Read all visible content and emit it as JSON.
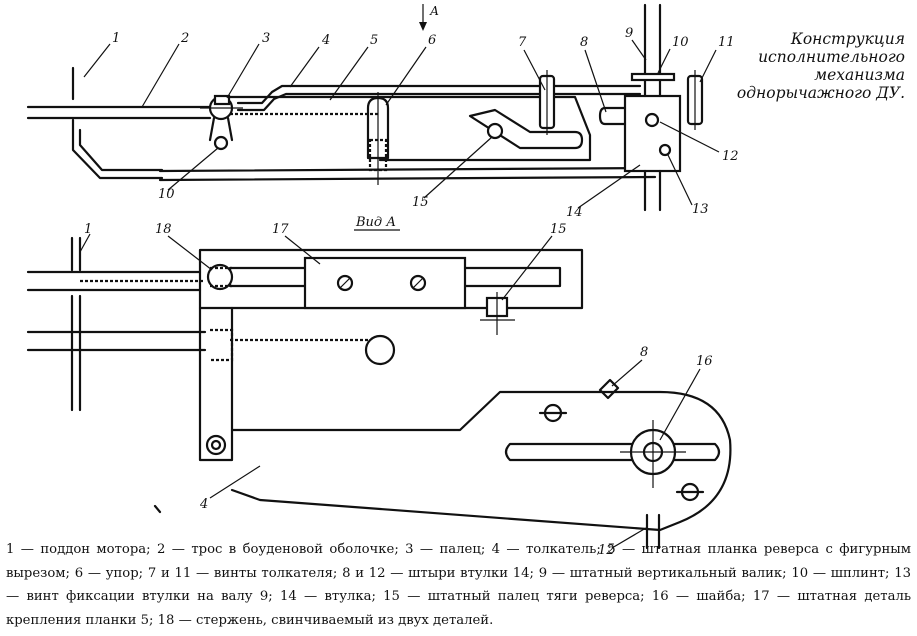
{
  "title": "Конструкция исполнительного механизма однорычажного ДУ.",
  "view_arrow": "А",
  "view_label": "Вид А",
  "callouts": {
    "top": [
      "1",
      "2",
      "3",
      "4",
      "5",
      "6",
      "7",
      "8",
      "9",
      "10",
      "11",
      "12",
      "13",
      "14",
      "15",
      "10"
    ],
    "bottom": [
      "1",
      "18",
      "17",
      "15",
      "8",
      "16",
      "4",
      "12"
    ]
  },
  "caption": "1 — поддон мотора; 2 — трос в боуденовой оболочке; 3 — палец; 4 — толкатель; 5 — штатная планка реверса с фигурным вырезом; 6 — упор; 7 и 11 — винты толкателя; 8 и 12 — штыри втулки 14; 9 — штатный вертикальный валик; 10 — шплинт; 13 — винт фиксации втулки на валу 9; 14 — втулка; 15 — штатный палец тяги реверса; 16 — шайба; 17 — штатная деталь крепления планки 5; 18 — стержень, свинчиваемый из двух деталей."
}
